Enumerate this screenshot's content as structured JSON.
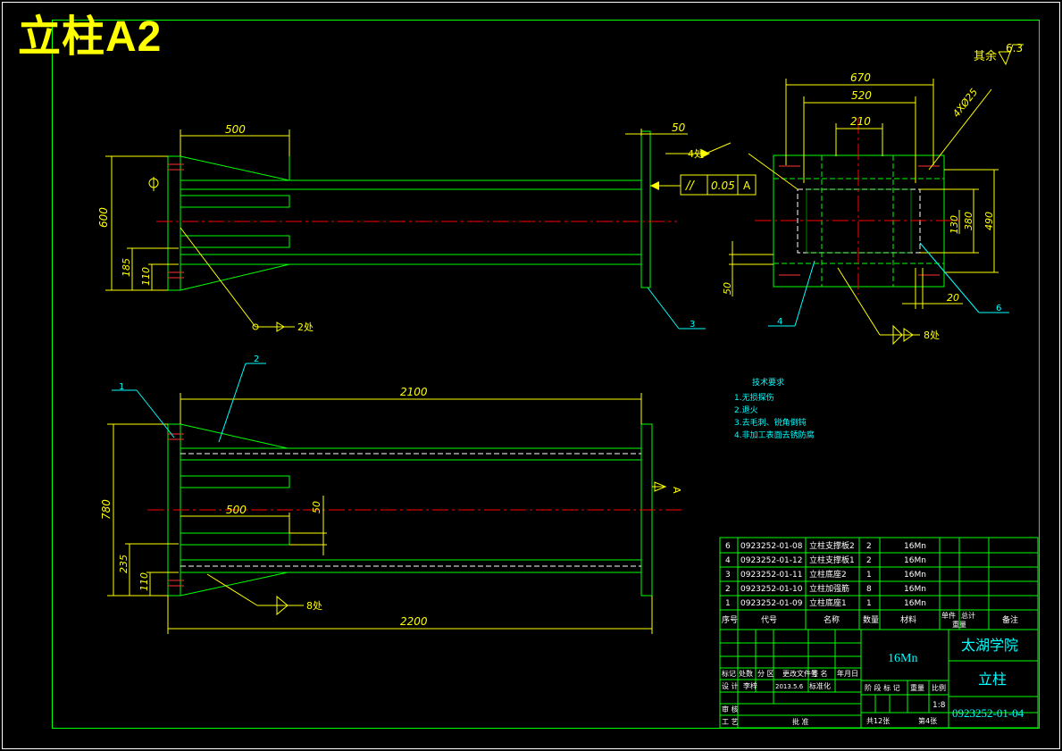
{
  "title": "立柱A2",
  "roughness": {
    "label": "其余",
    "value": "6.3"
  },
  "front_view": {
    "dim_top": "500",
    "dim_flange": "50",
    "dim_height": "600",
    "dim_185": "185",
    "dim_110": "110",
    "tol_feature": "4处",
    "tol_symbol": "//",
    "tol_value": "0.05",
    "tol_datum": "A",
    "weld_note": "2处",
    "balloon_3": "3"
  },
  "side_view": {
    "dim_670": "670",
    "dim_520": "520",
    "dim_210": "210",
    "holes": "4XØ25",
    "dim_130": "130",
    "dim_380": "380",
    "dim_490": "490",
    "dim_50": "50",
    "dim_20": "20",
    "weld_note": "8处",
    "balloon_4": "4",
    "balloon_6": "6"
  },
  "top_view": {
    "dim_2100": "2100",
    "dim_500": "500",
    "dim_50": "50",
    "dim_780": "780",
    "dim_235": "235",
    "dim_110": "110",
    "dim_2200": "2200",
    "weld_note": "8处",
    "balloon_1": "1",
    "balloon_2": "2",
    "datum": "A"
  },
  "tech_notes": {
    "heading": "技术要求",
    "items": [
      "1.无损探伤",
      "2.退火",
      "3.去毛刺、锐角倒钝",
      "4.非加工表面去锈防腐"
    ]
  },
  "bom": {
    "rows": [
      {
        "no": "6",
        "code": "0923252-01-08",
        "name": "立柱支撑板2",
        "qty": "2",
        "material": "16Mn"
      },
      {
        "no": "4",
        "code": "0923252-01-12",
        "name": "立柱支撑板1",
        "qty": "2",
        "material": "16Mn"
      },
      {
        "no": "3",
        "code": "0923252-01-11",
        "name": "立柱底座2",
        "qty": "1",
        "material": "16Mn"
      },
      {
        "no": "2",
        "code": "0923252-01-10",
        "name": "立柱加强筋",
        "qty": "8",
        "material": "16Mn"
      },
      {
        "no": "1",
        "code": "0923252-01-09",
        "name": "立柱底座1",
        "qty": "1",
        "material": "16Mn"
      }
    ],
    "headers": {
      "no": "序号",
      "code": "代号",
      "name": "名称",
      "qty": "数量",
      "material": "材料",
      "single": "单件",
      "total": "总计",
      "weight": "重量",
      "remark": "备注"
    }
  },
  "title_block": {
    "material": "16Mn",
    "school": "太湖学院",
    "part": "立柱",
    "drawing_no": "0923252-01-04",
    "scale": "1:8",
    "sheets_total": "共12张",
    "sheet_no": "第4张",
    "row1": [
      "标记",
      "处数",
      "分 区",
      "更改文件号",
      "签 名",
      "年月日"
    ],
    "row2": [
      "设 计",
      "李梓",
      "2013.5.6",
      "标准化"
    ],
    "stage_labels": [
      "阶 段 标 记",
      "重量",
      "比例"
    ],
    "review": "审 核",
    "process": "工 艺",
    "approve": "批 准"
  }
}
